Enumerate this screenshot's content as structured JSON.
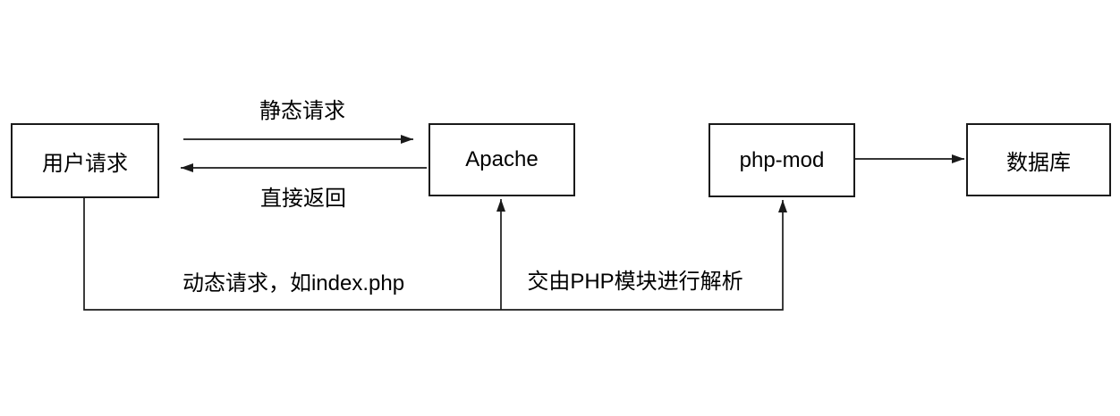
{
  "diagram": {
    "background_color": "#ffffff",
    "stroke_color": "#1a1a1a",
    "text_color": "#000000"
  },
  "nodes": {
    "user_request": {
      "label": "用户请求"
    },
    "apache": {
      "label": "Apache"
    },
    "php_mod": {
      "label": "php-mod"
    },
    "database": {
      "label": "数据库"
    }
  },
  "edge_labels": {
    "static_request": "静态请求",
    "direct_return": "直接返回",
    "dynamic_request": "动态请求，如index.php",
    "php_parse": "交由PHP模块进行解析"
  }
}
